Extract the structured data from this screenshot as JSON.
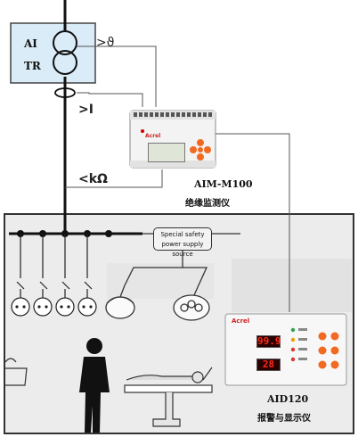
{
  "transformer": {
    "label_line1": "AI",
    "label_line2": "TR"
  },
  "symbols": {
    "temp": ">ϑ",
    "current": ">I",
    "insulation": "<kΩ"
  },
  "monitor": {
    "name": "AIM-M100",
    "subtitle": "绝缘监测仪",
    "brand": "Acrel"
  },
  "supply": {
    "line1": "Special safety",
    "line2": "power supply source"
  },
  "display_unit": {
    "name": "AID120",
    "subtitle": "报警与显示仪",
    "brand": "Acrel",
    "reading_top": "99.9",
    "reading_bottom": "28"
  },
  "colors": {
    "transformer_box": "#d9ecf7",
    "room_bg": "#ececec",
    "accent_orange": "#f26a21",
    "led_red": "#ff2b1a"
  }
}
